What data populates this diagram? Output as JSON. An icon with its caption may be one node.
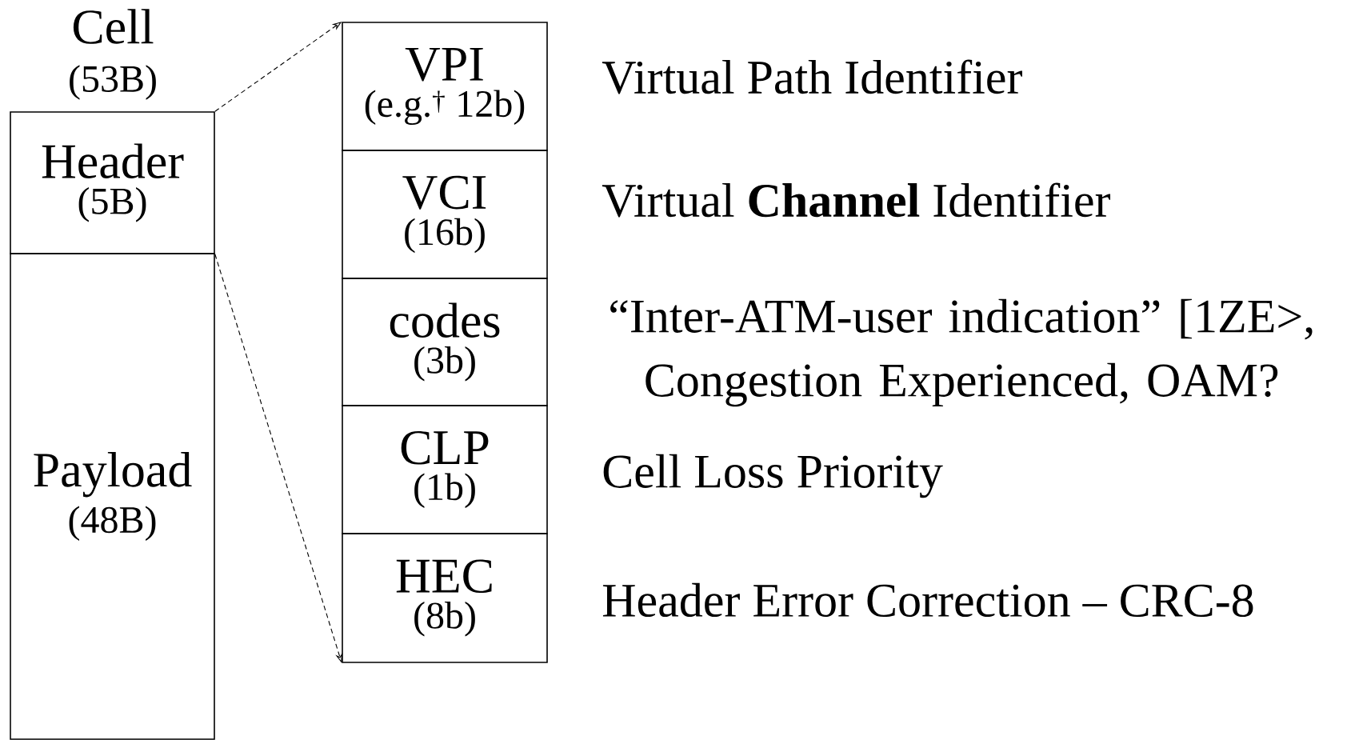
{
  "diagram": {
    "nodes": [
      {
        "text": [
          "Header",
          "(5B)"
        ]
      },
      {
        "text": [
          "Payload",
          "(48B)"
        ]
      },
      {
        "text": [
          "VPI",
          "(e.g.$^{†}$ 12b)"
        ],
        "beside": [
          "Virtual Path Identifier"
        ]
      },
      {
        "text": [
          "VCI",
          "(16b)"
        ],
        "beside": [
          "Virtual **Channel** Identifier"
        ]
      },
      {
        "text": [
          "codes",
          "(3b)"
        ],
        "beside": [
          "“Inter-ATM-user indication” [1ZE>, Congestion Experienced, OAM?"
        ]
      },
      {
        "text": [
          "CLP",
          "(1b)"
        ],
        "beside": [
          "Cell Loss Priority"
        ]
      },
      {
        "text": [
          "HEC",
          "(8b)"
        ],
        "beside": [
          "Header Error Correction – CRC-8"
        ]
      }
    ],
    "edges": [
      {
        "from": 0,
        "to": 2,
        "arrow": "to",
        "style": "dashed"
      },
      {
        "from": 0,
        "to": 6,
        "arrow": "to",
        "style": "dashed"
      }
    ],
    "labels": [
      "Cell",
      "(53B)"
    ]
  }
}
